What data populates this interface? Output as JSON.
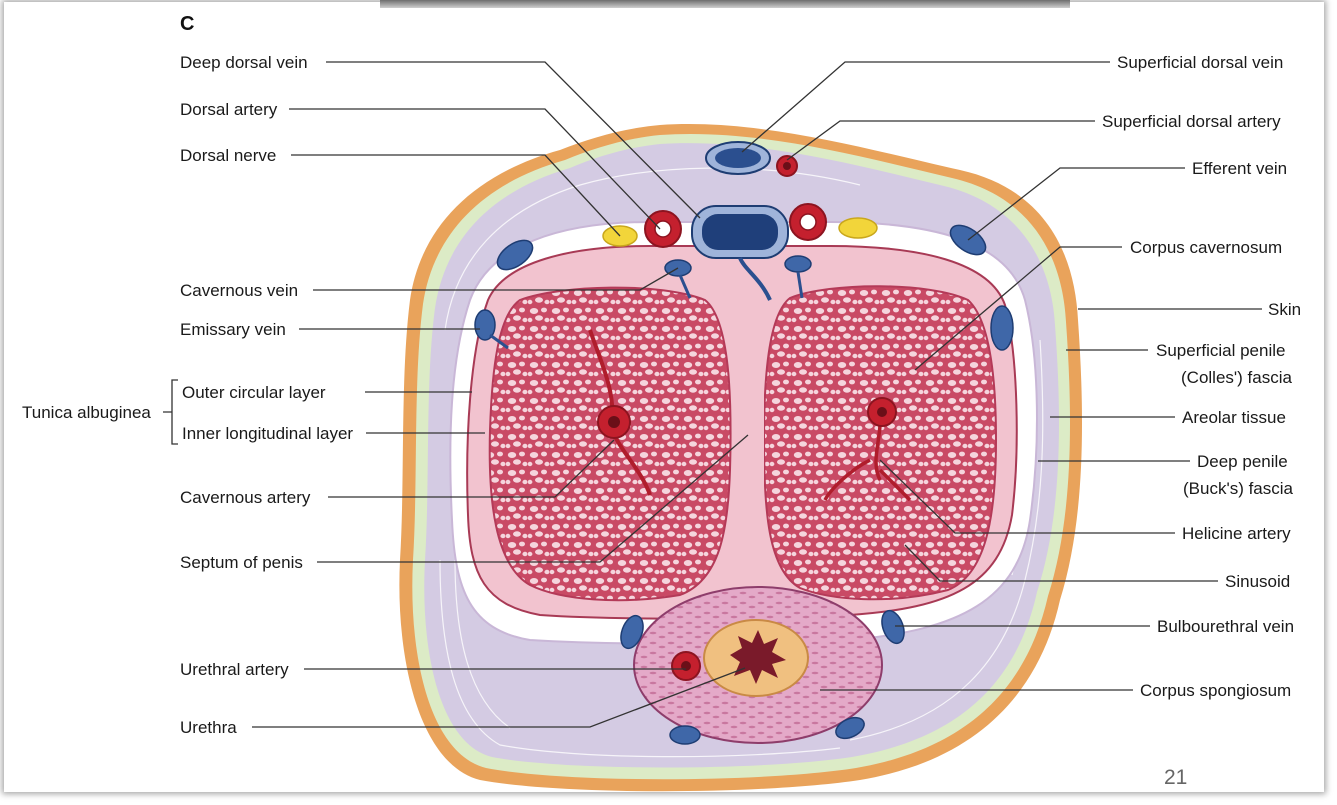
{
  "panel_letter": "C",
  "page_number": "21",
  "labels_left": {
    "deep_dorsal_vein": "Deep dorsal vein",
    "dorsal_artery": "Dorsal artery",
    "dorsal_nerve": "Dorsal nerve",
    "cavernous_vein": "Cavernous vein",
    "emissary_vein": "Emissary vein",
    "tunica_albuginea": "Tunica albuginea",
    "outer_circular_layer": "Outer circular layer",
    "inner_longitudinal_layer": "Inner longitudinal layer",
    "cavernous_artery": "Cavernous artery",
    "septum_of_penis": "Septum of penis",
    "urethral_artery": "Urethral artery",
    "urethra": "Urethra"
  },
  "labels_right": {
    "superficial_dorsal_vein": "Superficial dorsal vein",
    "superficial_dorsal_artery": "Superficial dorsal artery",
    "efferent_vein": "Efferent vein",
    "corpus_cavernosum": "Corpus cavernosum",
    "skin": "Skin",
    "superficial_penile_line1": "Superficial penile",
    "superficial_penile_line2": "(Colles') fascia",
    "areolar_tissue": "Areolar tissue",
    "deep_penile_line1": "Deep penile",
    "deep_penile_line2": "(Buck's) fascia",
    "helicine_artery": "Helicine artery",
    "sinusoid": "Sinusoid",
    "bulbourethral_vein": "Bulbourethral vein",
    "corpus_spongiosum": "Corpus spongiosum"
  },
  "colors": {
    "skin": "#e8a35c",
    "fascia_green": "#dcebc8",
    "areolar": "#d9cfe6",
    "tunica": "#f2c3cf",
    "cavernous_tissue": "#c84a64",
    "sinusoid_fill": "#f6d8df",
    "vein": "#2b4f8f",
    "artery": "#c4202e",
    "nerve": "#f2d53a",
    "spongiosum": "#dfa0c4",
    "urethra_ring": "#f0c080"
  }
}
